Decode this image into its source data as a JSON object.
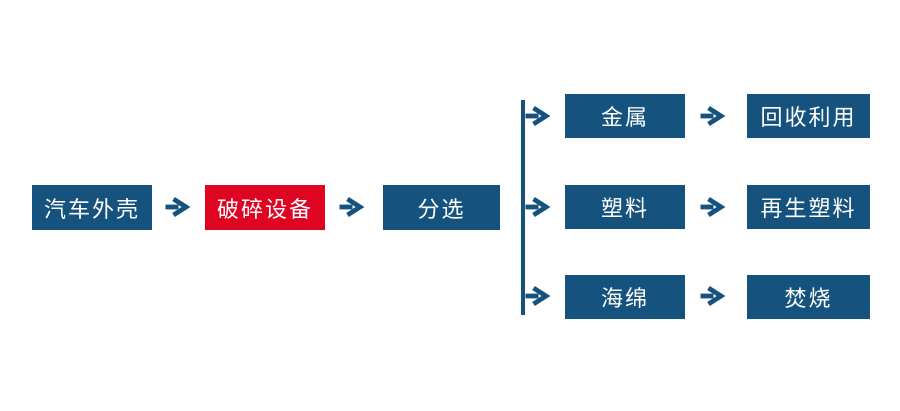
{
  "diagram": {
    "description": "car shell recycling process flowchart",
    "colors": {
      "node_blue": "#15537E",
      "node_red": "#DF0522",
      "arrow_blue": "#15537E",
      "text_white": "#FFFFFF",
      "background": "#FFFFFF"
    },
    "flow": {
      "nodes": [
        {
          "label": "汽车外壳",
          "color": "blue"
        },
        {
          "label": "破碎设备",
          "color": "red"
        },
        {
          "label": "分选",
          "color": "blue"
        }
      ]
    },
    "branches": [
      {
        "material": "金属",
        "outcome": "回收利用"
      },
      {
        "material": "塑料",
        "outcome": "再生塑料"
      },
      {
        "material": "海绵",
        "outcome": "焚烧"
      }
    ]
  }
}
